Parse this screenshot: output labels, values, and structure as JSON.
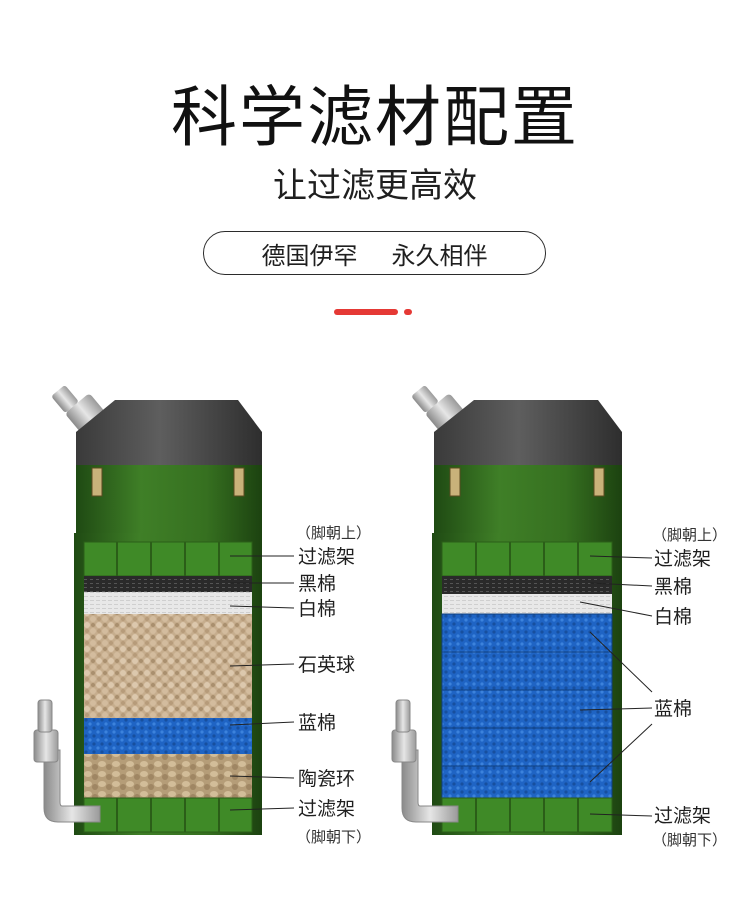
{
  "header": {
    "title": "科学滤材配置",
    "subtitle": "让过滤更高效",
    "slogan_left": "德国伊罕",
    "slogan_right": "永久相伴"
  },
  "colors": {
    "accent": "#e53935",
    "body_green": "#3d7a25",
    "cap_gray": "#4a4a4a"
  },
  "left_filter": {
    "top_note": "（脚朝上）",
    "labels": [
      "过滤架",
      "黑棉",
      "白棉",
      "石英球",
      "蓝棉",
      "陶瓷环",
      "过滤架"
    ],
    "bottom_note": "（脚朝下）"
  },
  "right_filter": {
    "top_note": "（脚朝上）",
    "labels": [
      "过滤架",
      "黑棉",
      "白棉",
      "蓝棉",
      "过滤架"
    ],
    "bottom_note": "（脚朝下）"
  }
}
